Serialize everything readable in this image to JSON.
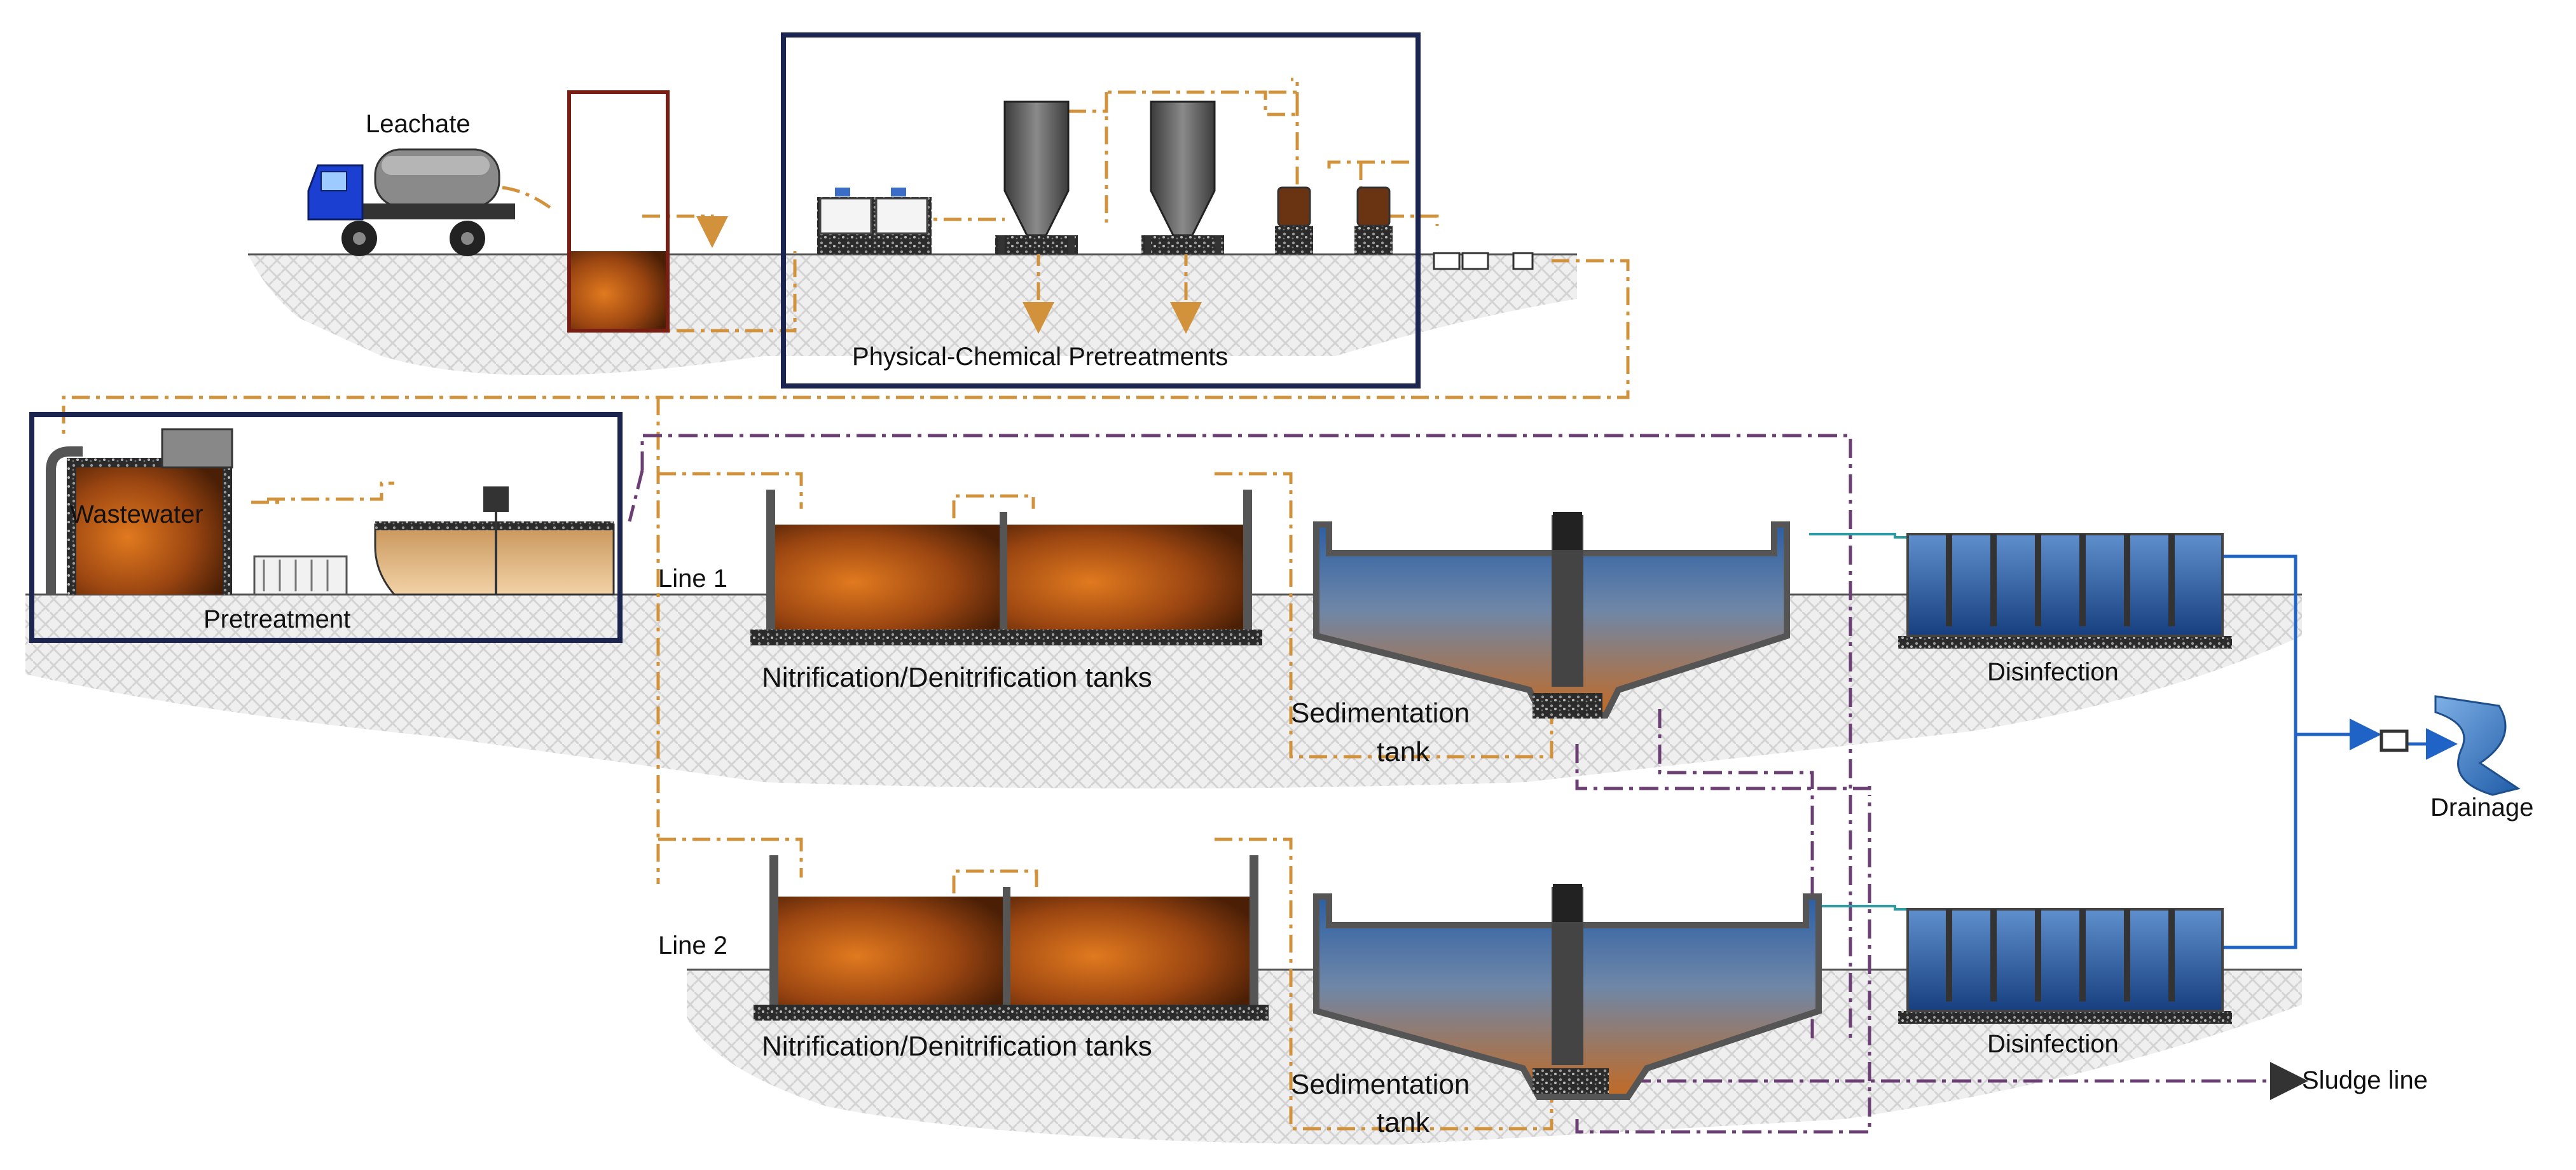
{
  "labels": {
    "leachate": "Leachate",
    "physical_chemical": "Physical-Chemical Pretreatments",
    "wastewater": "Wastewater",
    "pretreatment": "Pretreatment",
    "line1": "Line 1",
    "line2": "Line 2",
    "nitrification1": "Nitrification/Denitrification tanks",
    "nitrification2": "Nitrification/Denitrification tanks",
    "sedimentation1_a": "Sedimentation",
    "sedimentation1_b": "tank",
    "sedimentation2_a": "Sedimentation",
    "sedimentation2_b": "tank",
    "disinfection1": "Disinfection",
    "disinfection2": "Disinfection",
    "drainage": "Drainage",
    "sludge_line": "Sludge line"
  },
  "colors": {
    "frame": "#1c2550",
    "ground": "#e9e9e9",
    "ground_line": "#666666",
    "tank_orange_dark": "#7a3508",
    "tank_orange_light": "#c9651d",
    "tank_blue": "#1e4f8c",
    "tank_blue_light": "#5b8ac6",
    "flow_orange": "#d2913b",
    "flow_purple": "#6b3f74",
    "flow_blue": "#1f63c6",
    "steel": "#5a5a5a",
    "truck_blue": "#1a3fd1"
  }
}
